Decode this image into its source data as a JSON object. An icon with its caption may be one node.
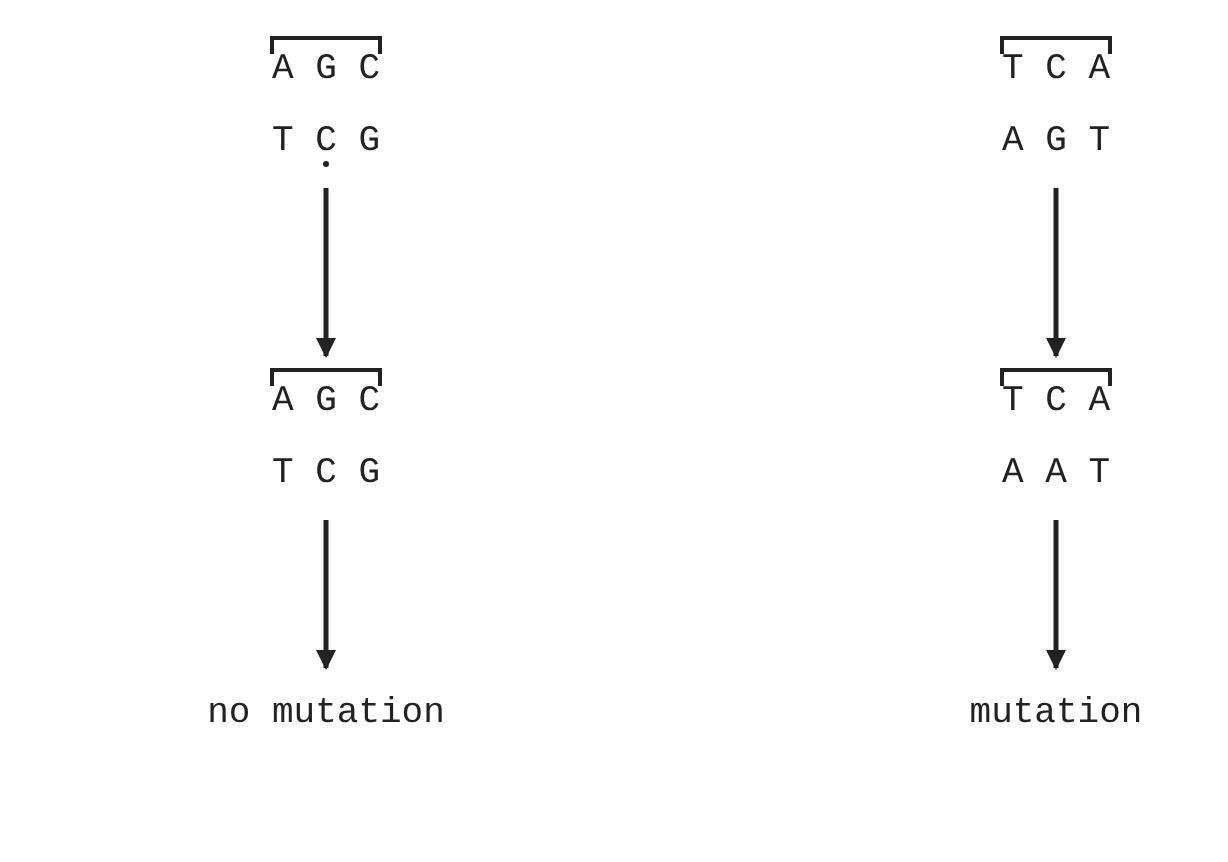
{
  "diagram": {
    "nodes": [
      {
        "text": [
          "A G C",
          "T C G"
        ]
      },
      {
        "text": [
          "A G C",
          "T C G"
        ]
      },
      {
        "text": [
          "no mutation"
        ]
      },
      {
        "text": [
          "T C A",
          "A G T"
        ]
      },
      {
        "text": [
          "T C A",
          "A A T"
        ]
      },
      {
        "text": [
          "mutation"
        ]
      }
    ],
    "edges": [
      {
        "from": 0,
        "to": 1,
        "arrow": "to"
      },
      {
        "from": 1,
        "to": 2,
        "arrow": "to"
      },
      {
        "from": 3,
        "to": 4,
        "arrow": "to"
      },
      {
        "from": 4,
        "to": 5,
        "arrow": "to"
      }
    ]
  }
}
